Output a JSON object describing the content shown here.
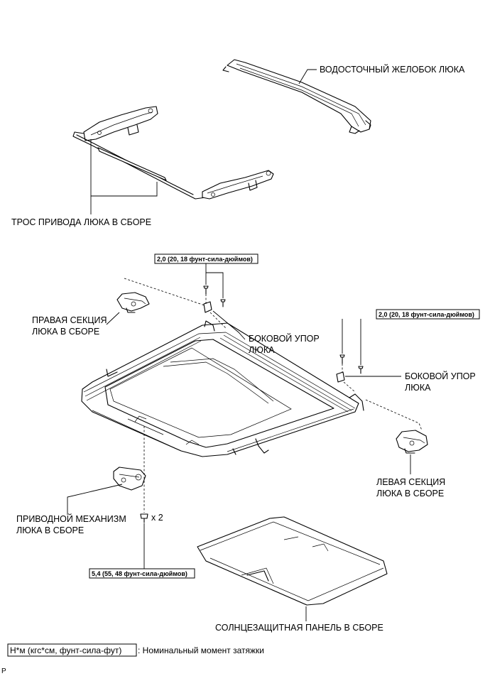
{
  "labels": {
    "drip_channel": "ВОДОСТОЧНЫЙ ЖЕЛОБОК ЛЮКА",
    "drive_cable": "ТРОС ПРИВОДА ЛЮКА В СБОРЕ",
    "rh_section_line1": "ПРАВАЯ СЕКЦИЯ",
    "rh_section_line2": "ЛЮКА В СБОРЕ",
    "side_stop_left_line1": "БОКОВОЙ УПОР",
    "side_stop_left_line2": "ЛЮКА",
    "side_stop_right_line1": "БОКОВОЙ УПОР",
    "side_stop_right_line2": "ЛЮКА",
    "lh_section_line1": "ЛЕВАЯ СЕКЦИЯ",
    "lh_section_line2": "ЛЮКА В СБОРЕ",
    "drive_gear_line1": "ПРИВОДНОЙ МЕХАНИЗМ",
    "drive_gear_line2": "ЛЮКА В СБОРЕ",
    "quantity": "x 2",
    "sunshade_panel": "СОЛНЦЕЗАЩИТНАЯ ПАНЕЛЬ В СБОРЕ"
  },
  "torque": {
    "side_stop_left": "2,0 (20, 18 фунт-сила-дюймов)",
    "side_stop_right": "2,0 (20, 18 фунт-сила-дюймов)",
    "drive_gear": "5,4 (55, 48 фунт-сила-дюймов)"
  },
  "legend": {
    "unit_box": "Н*м (кгс*см, фунт-сила-фут)",
    "description": ": Номинальный момент затяжки"
  },
  "corner_mark": "P"
}
